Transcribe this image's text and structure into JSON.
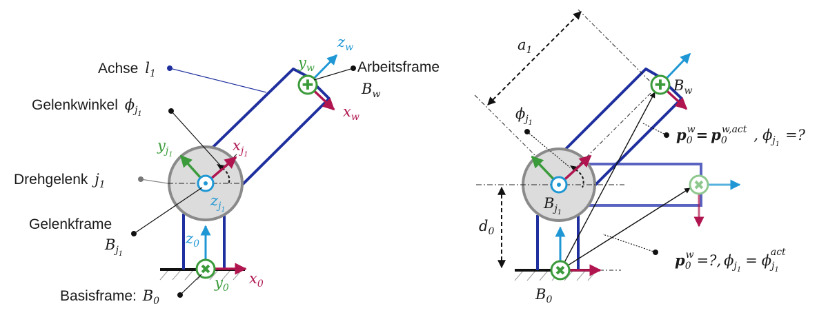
{
  "colors": {
    "link": "#1f2f9e",
    "link_light": "#5a63c0",
    "joint_fill": "#dcdcdc",
    "joint_stroke": "#8a8a8a",
    "axis_red": "#b0154f",
    "axis_blue": "#1f97d4",
    "axis_green": "#3b9b3b",
    "frame_green": "#3b9b3b"
  },
  "left": {
    "labels": {
      "axis_label": "Achse",
      "axis_sym": "l",
      "axis_sub": "1",
      "joint_angle_label": "Gelenkwinkel",
      "joint_angle_sym": "ϕ",
      "joint_angle_sub": "j",
      "joint_angle_subsub": "1",
      "revolute_joint_label": "Drehgelenk",
      "revolute_joint_sym": "j",
      "revolute_joint_sub": "1",
      "joint_frame_label": "Gelenkframe",
      "joint_frame_sym": "B",
      "joint_frame_sub": "j",
      "joint_frame_subsub": "1",
      "base_frame_label": "Basisframe:",
      "base_frame_sym": "B",
      "base_frame_sub": "0",
      "work_frame_label": "Arbeitsframe",
      "work_frame_sym": "B",
      "work_frame_sub": "w"
    },
    "axes": {
      "y": "y",
      "x": "x",
      "z": "z",
      "sub_w": "w",
      "sub_0": "0",
      "sub_j": "j",
      "sub_1": "1"
    }
  },
  "right": {
    "labels": {
      "a": "a",
      "a_sub": "1",
      "phi": "ϕ",
      "phi_sub": "j",
      "phi_subsub": "1",
      "bw": "B",
      "bw_sub": "w",
      "bj": "B",
      "bj_sub": "j",
      "bj_subsub": "1",
      "b0": "B",
      "b0_sub": "0",
      "d": "d",
      "d_sub": "0"
    },
    "eq1": {
      "lhs": "p",
      "lhs_sub": "0",
      "lhs_sup": "w",
      "mid": "=",
      "rhs": "p",
      "rhs_sub": "0",
      "rhs_sup": "w,act",
      "sep": ",",
      "phi": "ϕ",
      "phi_sub": "j",
      "phi_subsub": "1",
      "tail": "=?"
    },
    "eq2": {
      "lhs": "p",
      "lhs_sub": "0",
      "lhs_sup": "w",
      "tail1": "=?",
      "sep": ",",
      "phi": "ϕ",
      "phi_sub": "j",
      "phi_subsub": "1",
      "eq": "=",
      "rhs": "ϕ",
      "rhs_sub": "j",
      "rhs_subsub": "1",
      "rhs_sup": "act"
    }
  }
}
